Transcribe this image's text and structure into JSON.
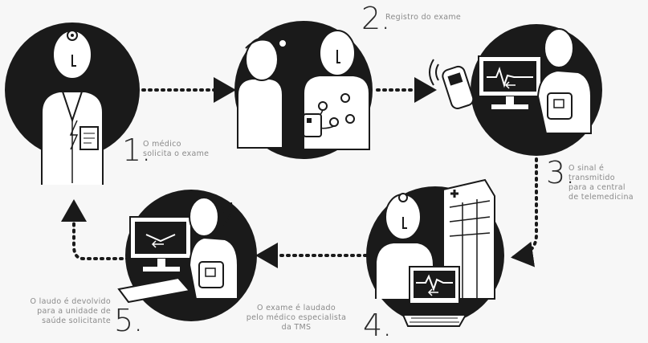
{
  "steps": [
    {
      "number": "1.",
      "label_lines": [
        "O médico",
        "solicita o exame"
      ]
    },
    {
      "number": "2.",
      "label_lines": [
        "Registro do exame"
      ]
    },
    {
      "number": "3.",
      "label_lines": [
        "O sinal é",
        "transmitido",
        "para a central",
        "de telemedicina"
      ]
    },
    {
      "number": "4.",
      "label_lines": [
        "O exame é laudado",
        "pelo médico especialista",
        "da TMS"
      ]
    },
    {
      "number": "5.",
      "label_lines": [
        "O laudo é devolvido",
        "para a unidade de",
        "saúde solicitante"
      ]
    }
  ],
  "icons": [
    "doctor-icon",
    "ecg-registration-icon",
    "signal-transmission-icon",
    "hospital-report-icon",
    "operator-return-icon"
  ],
  "colors": {
    "circle": "#1a1a1a",
    "arrow": "#1a1a1a",
    "label": "#8a8a8a"
  }
}
